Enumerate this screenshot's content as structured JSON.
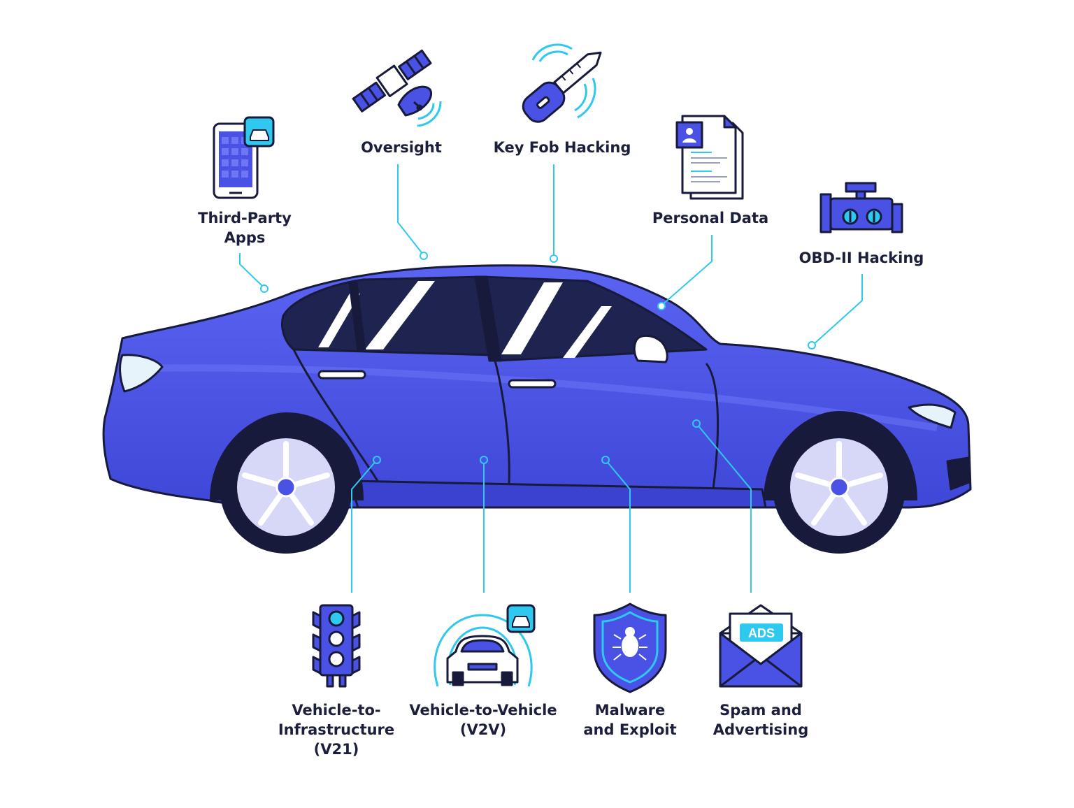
{
  "colors": {
    "body": "#4a52e6",
    "body_light": "#5a63f0",
    "outline": "#171a3a",
    "accent": "#2fc8ef",
    "glass": "#1f2350",
    "rim": "#d7d8f7",
    "text": "#1b1f3b"
  },
  "labels": {
    "third_party": [
      "Third-Party",
      "Apps"
    ],
    "oversight": [
      "Oversight"
    ],
    "key_fob": [
      "Key Fob Hacking"
    ],
    "personal_data": [
      "Personal Data"
    ],
    "obd": [
      "OBD-II Hacking"
    ],
    "v2i": [
      "Vehicle-to-",
      "Infrastructure",
      "(V21)"
    ],
    "v2v": [
      "Vehicle-to-Vehicle",
      "(V2V)"
    ],
    "malware": [
      "Malware",
      "and Exploit"
    ],
    "spam": [
      "Spam and",
      "Advertising"
    ]
  },
  "icons": {
    "third_party": "smartphone-car-app-icon",
    "oversight": "satellite-icon",
    "key_fob": "car-key-icon",
    "personal_data": "document-profile-icon",
    "obd": "engine-icon",
    "v2i": "traffic-light-icon",
    "v2v": "car-signal-icon",
    "malware": "shield-bug-icon",
    "spam": "envelope-ads-icon"
  },
  "ads_badge": "ADS"
}
